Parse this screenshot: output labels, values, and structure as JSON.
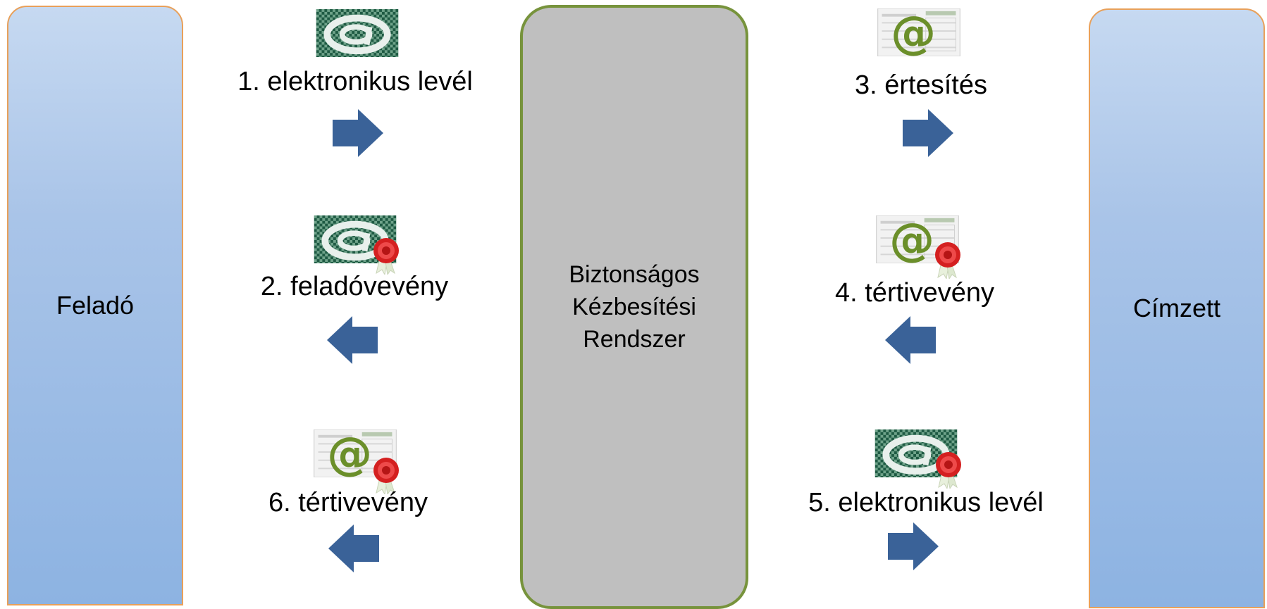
{
  "actors": {
    "sender": "Feladó",
    "recipient": "Címzett",
    "system": "Biztonságos\nKézbesítési\nRendszer"
  },
  "steps": [
    {
      "label": "1. elektronikus levél",
      "direction": "right",
      "icon": "email-at-icon"
    },
    {
      "label": "2. feladóvevény",
      "direction": "left",
      "icon": "email-at-sealed-icon"
    },
    {
      "label": "6. tértivevény",
      "direction": "left",
      "icon": "receipt-form-sealed-icon"
    },
    {
      "label": "3. értesítés",
      "direction": "right",
      "icon": "notification-form-icon"
    },
    {
      "label": "4. tértivevény",
      "direction": "left",
      "icon": "receipt-form-sealed-icon"
    },
    {
      "label": "5. elektronikus levél",
      "direction": "right",
      "icon": "email-at-sealed-icon"
    }
  ],
  "colors": {
    "arrow": "#3a6298",
    "actor_border": "#e8a05a",
    "system_border": "#77933c",
    "system_fill": "#bfbfbf",
    "at_green": "#6b8f2a",
    "seal_red": "#d42020"
  }
}
